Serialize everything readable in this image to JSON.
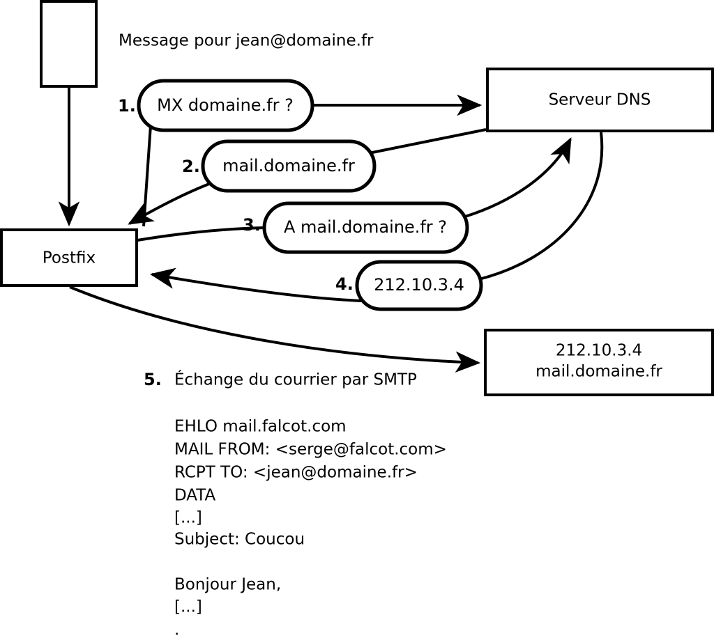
{
  "diagram": {
    "title_text": "Message pour jean@domaine.fr",
    "nodes": {
      "mua": {
        "label": ""
      },
      "postfix": {
        "label": "Postfix"
      },
      "dns": {
        "label": "Serveur DNS"
      },
      "remote_mx": {
        "line1": "212.10.3.4",
        "line2": "mail.domaine.fr"
      }
    },
    "steps": [
      {
        "num": "1.",
        "label": "MX domaine.fr ?"
      },
      {
        "num": "2.",
        "label": "mail.domaine.fr"
      },
      {
        "num": "3.",
        "label": "A mail.domaine.fr ?"
      },
      {
        "num": "4.",
        "label": "212.10.3.4"
      }
    ],
    "step5": {
      "num": "5.",
      "label": "Échange du courrier par SMTP"
    },
    "transcript": [
      "EHLO mail.falcot.com",
      "MAIL FROM: <serge@falcot.com>",
      "RCPT TO: <jean@domaine.fr>",
      "DATA",
      "[...]",
      "Subject: Coucou",
      "",
      "Bonjour Jean,",
      "[...]",
      "."
    ],
    "colors": {
      "stroke": "#000000",
      "fill": "#ffffff",
      "text": "#000000"
    }
  }
}
